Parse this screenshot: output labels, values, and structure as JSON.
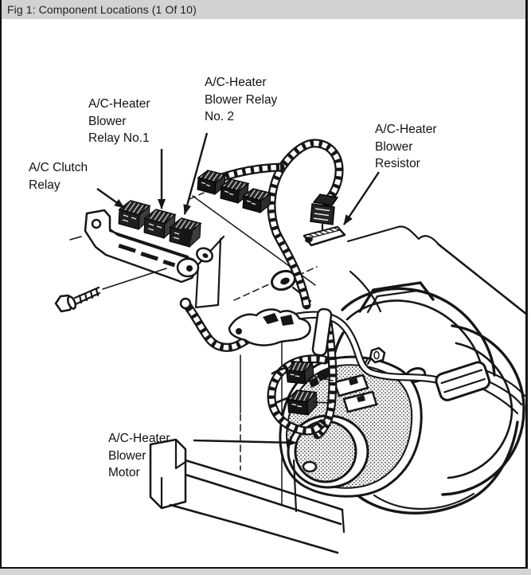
{
  "window": {
    "title": "Fig 1: Component Locations (1 Of 10)"
  },
  "figure": {
    "labels": {
      "relay1": {
        "lines": [
          "A/C-Heater",
          "Blower",
          "Relay No.1"
        ]
      },
      "relay2": {
        "lines": [
          "A/C-Heater",
          "Blower Relay",
          "No. 2"
        ]
      },
      "clutch": {
        "lines": [
          "A/C Clutch",
          "Relay"
        ]
      },
      "resistor": {
        "lines": [
          "A/C-Heater",
          "Blower",
          "Resistor"
        ]
      },
      "motor": {
        "lines": [
          "A/C-Heater",
          "Blower",
          "Motor"
        ]
      }
    },
    "colors": {
      "ink": "#161616",
      "paper": "#ffffff",
      "titlebar_bg": "#d2d2d2"
    }
  }
}
